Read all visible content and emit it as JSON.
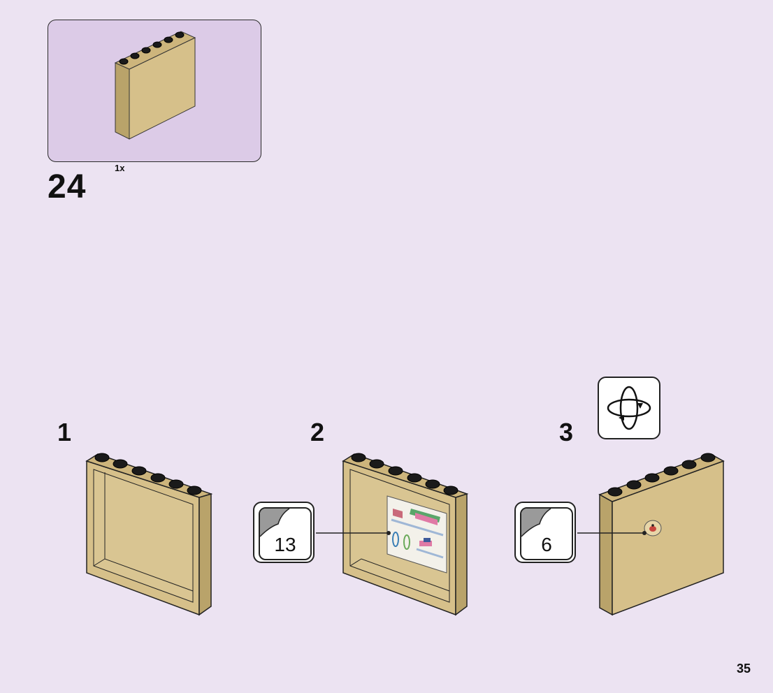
{
  "parts_list": {
    "quantity": "1x",
    "part": "tan-wall-panel-1x6x5"
  },
  "step": {
    "number": "24"
  },
  "substeps": [
    {
      "label": "1"
    },
    {
      "label": "2"
    },
    {
      "label": "3"
    }
  ],
  "stickers": [
    {
      "number": "13"
    },
    {
      "number": "6"
    }
  ],
  "icons": {
    "rotate": "rotate-model-icon",
    "sticker": "sticker-peel-icon"
  },
  "page": {
    "number": "35"
  },
  "colors": {
    "background": "#ece3f2",
    "parts_box": "#dccbe7",
    "brick_tan": "#d6c08a",
    "brick_tan_shadow": "#b9a36a",
    "stud": "#1a1a1a"
  }
}
